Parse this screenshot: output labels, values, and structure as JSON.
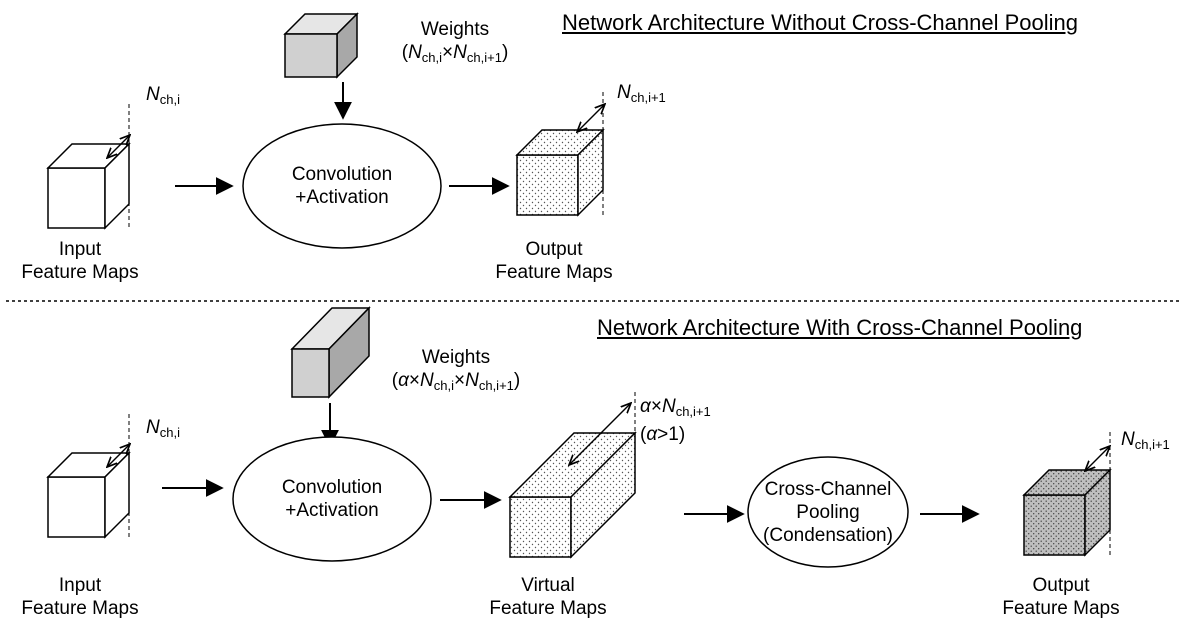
{
  "top": {
    "title": "Network Architecture Without Cross-Channel Pooling",
    "weights_label": "Weights",
    "weights_open": "(",
    "weights_n1": "N",
    "weights_s1": "ch,i",
    "weights_times": "×",
    "weights_n2": "N",
    "weights_s2": "ch,i+1",
    "weights_close": ")",
    "input_dim_n": "N",
    "input_dim_s": "ch,i",
    "output_dim_n": "N",
    "output_dim_s": "ch,i+1",
    "conv_line1": "Convolution",
    "conv_line2": "+Activation",
    "input_line1": "Input",
    "input_line2": "Feature Maps",
    "output_line1": "Output",
    "output_line2": "Feature Maps"
  },
  "bottom": {
    "title": "Network Architecture With Cross-Channel Pooling",
    "weights_label": "Weights",
    "weights_open": "(",
    "weights_alpha": "α",
    "weights_times1": "×",
    "weights_n1": "N",
    "weights_s1": "ch,i",
    "weights_times2": "×",
    "weights_n2": "N",
    "weights_s2": "ch,i+1",
    "weights_close": ")",
    "input_dim_n": "N",
    "input_dim_s": "ch,i",
    "virtual_dim_alpha": "α",
    "virtual_dim_times": "×",
    "virtual_dim_n": "N",
    "virtual_dim_s": "ch,i+1",
    "virtual_cond_open": "(",
    "virtual_cond_alpha": "α",
    "virtual_cond_rest": ">1)",
    "output_dim_n": "N",
    "output_dim_s": "ch,i+1",
    "conv_line1": "Convolution",
    "conv_line2": "+Activation",
    "pool_line1": "Cross-Channel",
    "pool_line2": "Pooling",
    "pool_line3": "(Condensation)",
    "input_line1": "Input",
    "input_line2": "Feature Maps",
    "virtual_line1": "Virtual",
    "virtual_line2": "Feature Maps",
    "output_line1": "Output",
    "output_line2": "Feature Maps"
  },
  "colors": {
    "weights_front": "#d0d0d0",
    "weights_top": "#e6e6e6",
    "weights_side": "#a8a8a8",
    "output_dark": "#bfbfbf",
    "line": "#000000"
  }
}
